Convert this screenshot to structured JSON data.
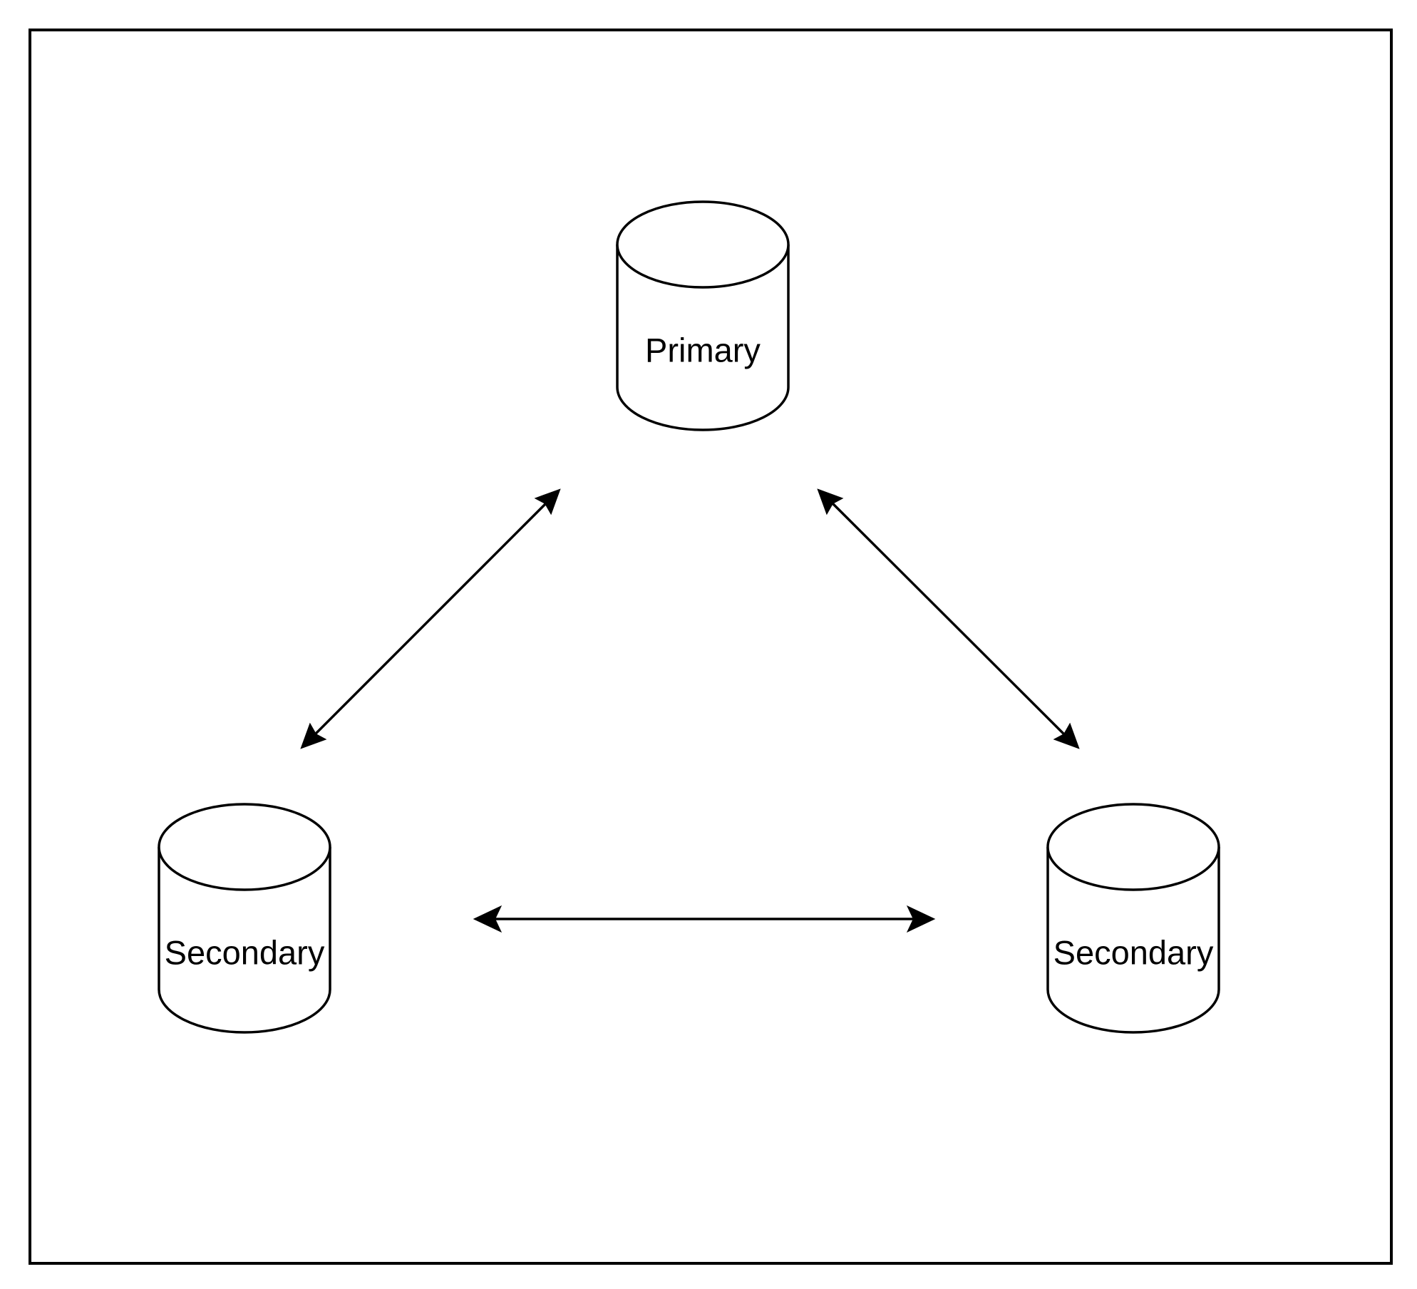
{
  "nodes": [
    {
      "id": "primary",
      "shape": "cylinder",
      "label": "Primary"
    },
    {
      "id": "secondary_left",
      "shape": "cylinder",
      "label": "Secondary"
    },
    {
      "id": "secondary_right",
      "shape": "cylinder",
      "label": "Secondary"
    }
  ],
  "edges": [
    {
      "from": "secondary_left",
      "to": "primary",
      "direction": "both"
    },
    {
      "from": "secondary_right",
      "to": "primary",
      "direction": "both"
    },
    {
      "from": "secondary_left",
      "to": "secondary_right",
      "direction": "both"
    }
  ],
  "colors": {
    "stroke": "#000000",
    "fill": "#ffffff",
    "background": "#ffffff"
  }
}
